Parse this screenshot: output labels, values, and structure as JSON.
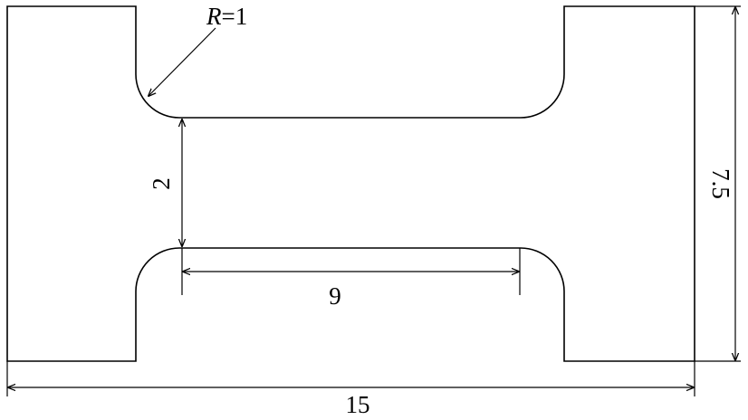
{
  "dimensions": {
    "overall_length": "15",
    "overall_height": "7.5",
    "gauge_width": "2",
    "gauge_length": "9",
    "radius_symbol": "R",
    "radius_value": "=1"
  }
}
